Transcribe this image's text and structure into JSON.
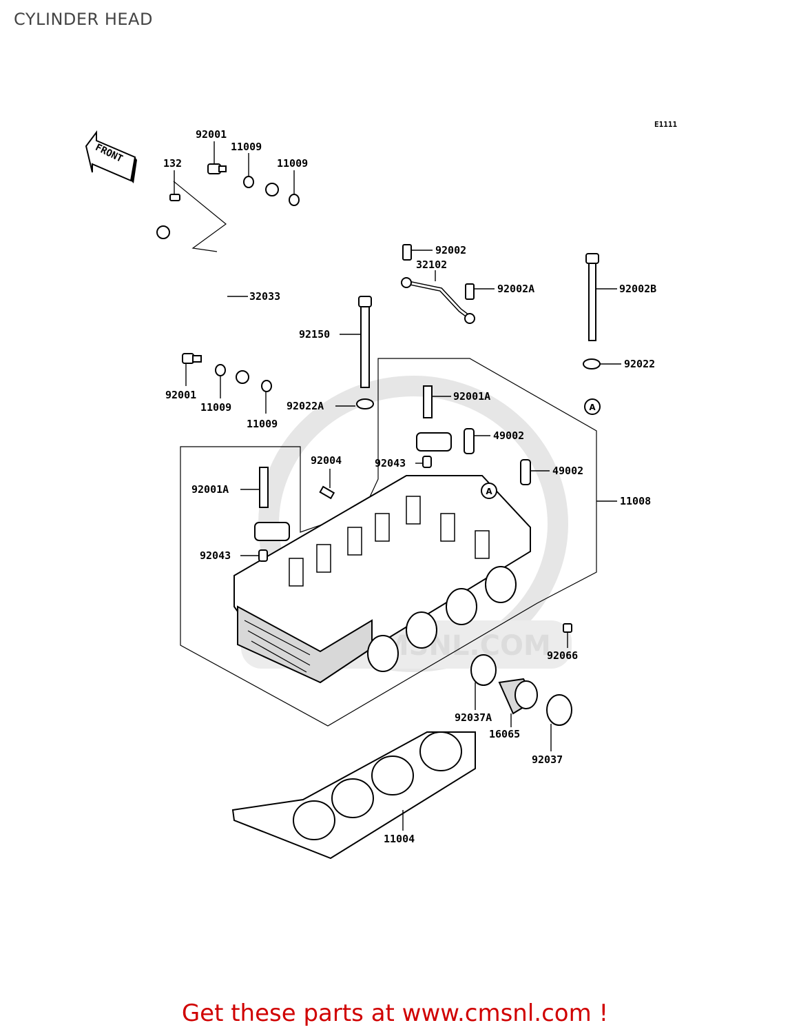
{
  "title": "CYLINDER HEAD",
  "diagram_code": "E1111",
  "front_label": "FRONT",
  "watermark_text": "WWW.CMSNL.COM",
  "callouts": [
    "92001",
    "11009",
    "11009",
    "132",
    "32033",
    "92001",
    "11009",
    "11009",
    "92150",
    "92022A",
    "92002",
    "32102",
    "92002A",
    "92002B",
    "92022",
    "A",
    "92001A",
    "49002",
    "49002",
    "92004",
    "92043",
    "A",
    "92001A",
    "11008",
    "92043",
    "92066",
    "92037A",
    "16065",
    "92037",
    "11004"
  ],
  "promo_text": "Get these parts at www.cmsnl.com !",
  "colors": {
    "promo": "#d00000",
    "title": "#444444",
    "watermark": "#e6e6e6"
  }
}
